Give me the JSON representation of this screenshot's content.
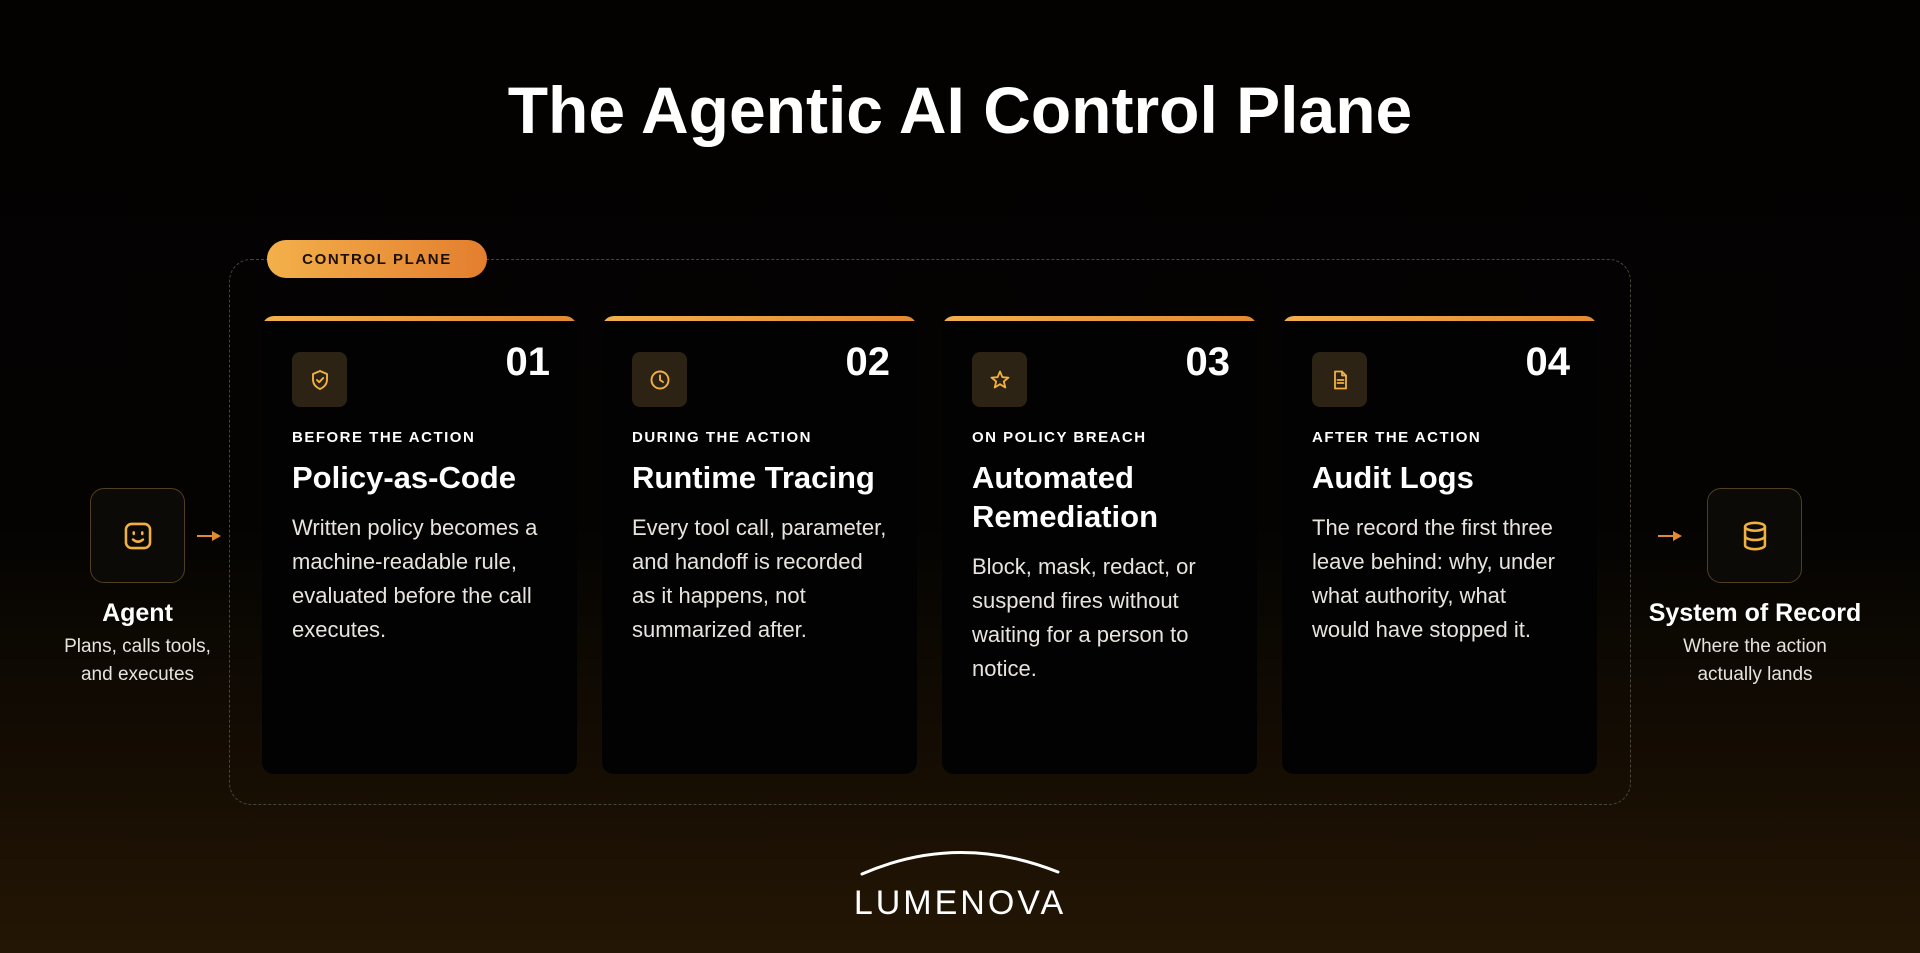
{
  "title": "The Agentic AI Control Plane",
  "control_plane_label": "CONTROL PLANE",
  "accent_colors": {
    "orange_start": "#f1b04d",
    "orange_end": "#e48a33",
    "icon_gold": "#f2b13f"
  },
  "agent": {
    "icon": "smile-face-icon",
    "name": "Agent",
    "description_lines": [
      "Plans, calls tools,",
      "and executes"
    ]
  },
  "system_of_record": {
    "icon": "database-icon",
    "name": "System of Record",
    "description_lines": [
      "Where the action",
      "actually lands"
    ]
  },
  "stages": [
    {
      "number": "01",
      "icon": "shield-check-icon",
      "phase": "BEFORE THE ACTION",
      "heading": "Policy-as-Code",
      "description_lines": [
        "Written policy becomes a",
        "machine-readable rule,",
        "evaluated before the call",
        "executes."
      ]
    },
    {
      "number": "02",
      "icon": "clock-icon",
      "phase": "DURING THE ACTION",
      "heading": "Runtime Tracing",
      "description_lines": [
        "Every tool call, parameter,",
        "and handoff is recorded",
        "as it happens, not",
        "summarized after."
      ]
    },
    {
      "number": "03",
      "icon": "star-icon",
      "phase": "ON POLICY BREACH",
      "heading_lines": [
        "Automated",
        "Remediation"
      ],
      "description_lines": [
        "Block, mask, redact, or",
        "suspend fires without",
        "waiting for a person to",
        "notice."
      ]
    },
    {
      "number": "04",
      "icon": "document-icon",
      "phase": "AFTER THE ACTION",
      "heading": "Audit Logs",
      "description_lines": [
        "The record the first three",
        "leave behind: why, under",
        "what authority, what",
        "would have stopped it."
      ]
    }
  ],
  "logo": {
    "text": "LUMENOVA"
  }
}
